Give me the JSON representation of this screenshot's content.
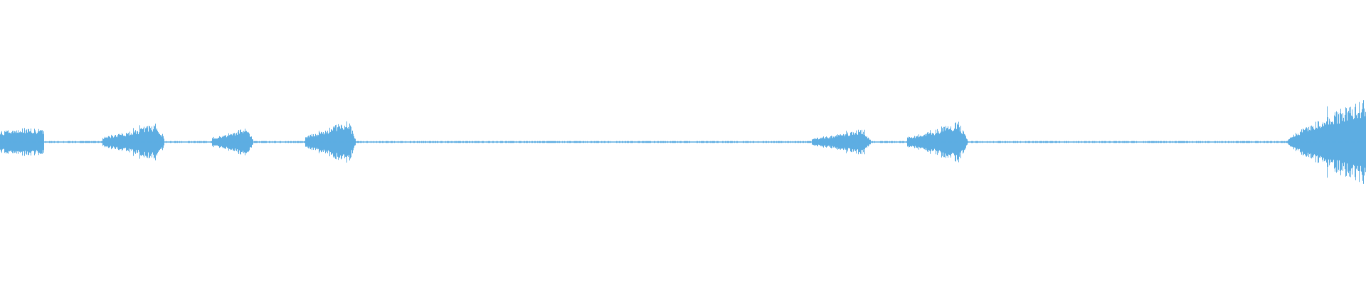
{
  "waveform": {
    "color": "#5dade2",
    "background": "#ffffff",
    "amplitude_scale": [
      -1,
      1
    ],
    "baseline_noise_level": 0.006,
    "segments": [
      {
        "start": 0.0,
        "end": 0.032,
        "peak": 0.18,
        "shape": "cut-tail"
      },
      {
        "start": 0.075,
        "end": 0.12,
        "peak": 0.24,
        "shape": "swell"
      },
      {
        "start": 0.155,
        "end": 0.185,
        "peak": 0.2,
        "shape": "swell"
      },
      {
        "start": 0.223,
        "end": 0.26,
        "peak": 0.3,
        "shape": "swell"
      },
      {
        "start": 0.594,
        "end": 0.637,
        "peak": 0.17,
        "shape": "swell"
      },
      {
        "start": 0.664,
        "end": 0.708,
        "peak": 0.26,
        "shape": "swell"
      },
      {
        "start": 0.942,
        "end": 1.0,
        "peak": 0.56,
        "shape": "ramp-up"
      }
    ]
  }
}
